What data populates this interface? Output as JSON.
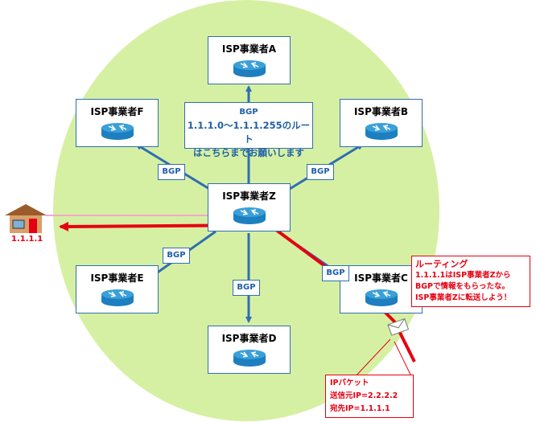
{
  "isps": [
    {
      "id": "A",
      "name": "ISP事業者A"
    },
    {
      "id": "B",
      "name": "ISP事業者B"
    },
    {
      "id": "C",
      "name": "ISP事業者C"
    },
    {
      "id": "D",
      "name": "ISP事業者D"
    },
    {
      "id": "E",
      "name": "ISP事業者E"
    },
    {
      "id": "F",
      "name": "ISP事業者F"
    },
    {
      "id": "Z",
      "name": "ISP事業者Z"
    }
  ],
  "bgp_label": "BGP",
  "announcement": {
    "title": "BGP",
    "line1": "1.1.1.0～1.1.1.255のルート",
    "line2": "はこちらまでお願いします"
  },
  "home": {
    "ip": "1.1.1.1"
  },
  "routing_note": {
    "title": "ルーティング",
    "line1": "1.1.1.1はISP事業者Zから",
    "line2": "BGPで情報をもらったな。",
    "line3": "ISP事業者Zに転送しよう！"
  },
  "packet_note": {
    "title": "IPパケット",
    "src": "送信元IP=2.2.2.2",
    "dst": "宛先IP=1.1.1.1"
  },
  "colors": {
    "ellipse": "#d6f0a3",
    "arrow": "#2f6eb3",
    "route": "#e60012",
    "link_pink": "#f4a7c8",
    "router_top": "#3aa0d8",
    "router_body": "#1d7fc0"
  }
}
